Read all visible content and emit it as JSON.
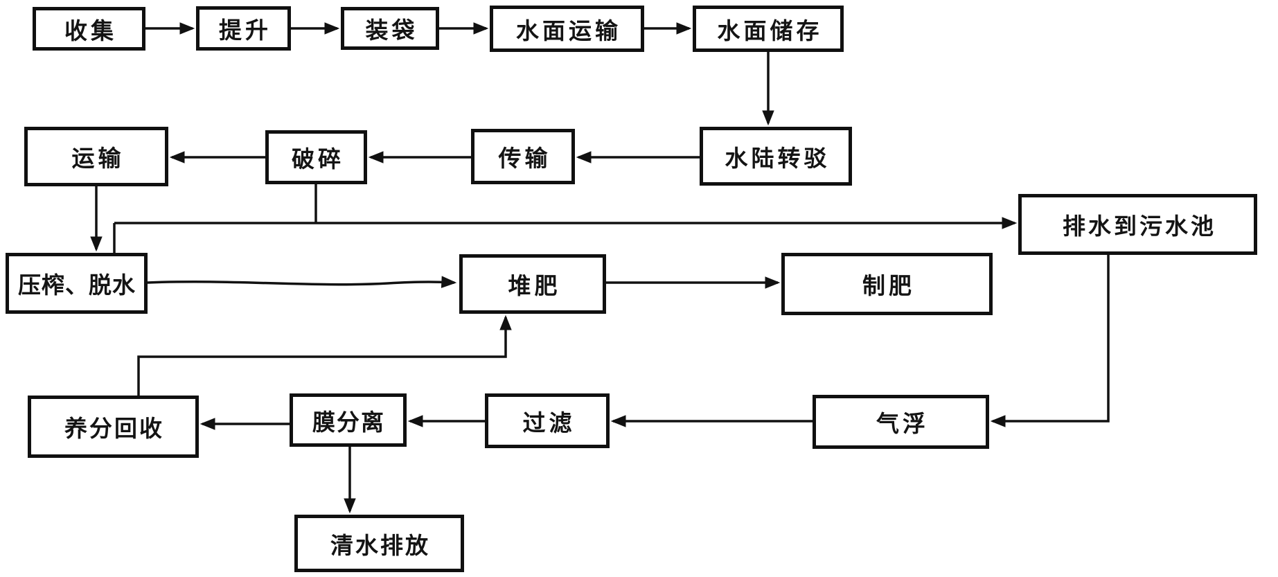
{
  "diagram": {
    "type": "flowchart",
    "background_color": "#ffffff",
    "line_color": "#111111",
    "nodes": [
      {
        "id": "collect",
        "label": "收集"
      },
      {
        "id": "lift",
        "label": "提升"
      },
      {
        "id": "bagging",
        "label": "装袋"
      },
      {
        "id": "water-surface-transport",
        "label": "水面运输"
      },
      {
        "id": "water-surface-storage",
        "label": "水面储存"
      },
      {
        "id": "transport",
        "label": "运输"
      },
      {
        "id": "crushing",
        "label": "破碎"
      },
      {
        "id": "conveying",
        "label": "传输"
      },
      {
        "id": "water-land-transfer",
        "label": "水陆转驳"
      },
      {
        "id": "drain-to-sewage-pool",
        "label": "排水到污水池"
      },
      {
        "id": "press-dewater",
        "label": "压榨、脱水"
      },
      {
        "id": "compost",
        "label": "堆肥"
      },
      {
        "id": "fertilizer-making",
        "label": "制肥"
      },
      {
        "id": "nutrient-recovery",
        "label": "养分回收"
      },
      {
        "id": "membrane-separation",
        "label": "膜分离"
      },
      {
        "id": "filtration",
        "label": "过滤"
      },
      {
        "id": "air-flotation",
        "label": "气浮"
      },
      {
        "id": "clean-water-discharge",
        "label": "清水排放"
      }
    ],
    "edges": [
      {
        "from": "collect",
        "to": "lift"
      },
      {
        "from": "lift",
        "to": "bagging"
      },
      {
        "from": "bagging",
        "to": "water-surface-transport"
      },
      {
        "from": "water-surface-transport",
        "to": "water-surface-storage"
      },
      {
        "from": "water-surface-storage",
        "to": "water-land-transfer"
      },
      {
        "from": "water-land-transfer",
        "to": "conveying"
      },
      {
        "from": "conveying",
        "to": "crushing"
      },
      {
        "from": "crushing",
        "to": "transport"
      },
      {
        "from": "transport",
        "to": "press-dewater"
      },
      {
        "from": "crushing",
        "to": "press-dewater"
      },
      {
        "from": "crushing",
        "to": "drain-to-sewage-pool"
      },
      {
        "from": "press-dewater",
        "to": "compost"
      },
      {
        "from": "compost",
        "to": "fertilizer-making"
      },
      {
        "from": "drain-to-sewage-pool",
        "to": "air-flotation"
      },
      {
        "from": "air-flotation",
        "to": "filtration"
      },
      {
        "from": "filtration",
        "to": "membrane-separation"
      },
      {
        "from": "membrane-separation",
        "to": "nutrient-recovery"
      },
      {
        "from": "membrane-separation",
        "to": "clean-water-discharge"
      },
      {
        "from": "nutrient-recovery",
        "to": "compost"
      }
    ]
  }
}
